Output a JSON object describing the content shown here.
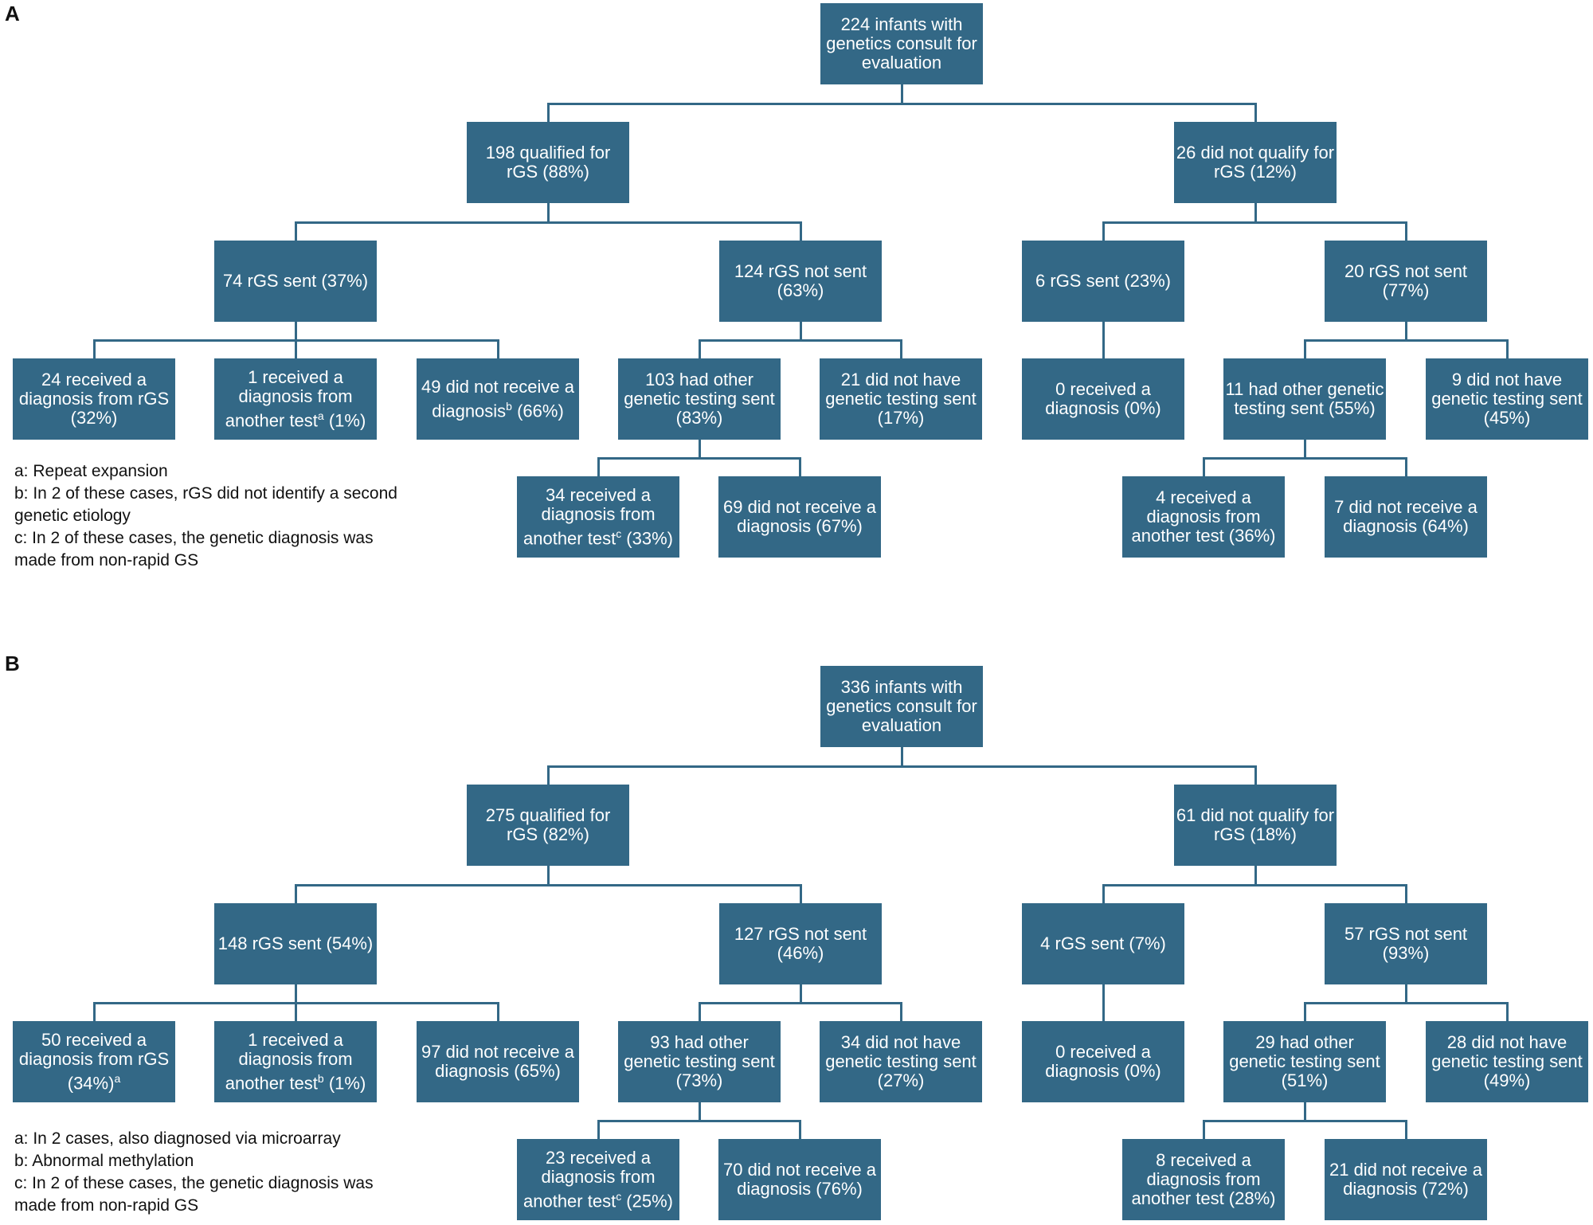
{
  "panels": [
    {
      "label": "A",
      "nodes": {
        "root": "224 infants with genetics consult for evaluation",
        "qual": "198 qualified for rGS (88%)",
        "notqual": "26 did not qualify for rGS (12%)",
        "q_sent": "74 rGS sent (37%)",
        "q_notsent": "124 rGS not sent (63%)",
        "nq_sent": "6 rGS sent (23%)",
        "nq_notsent": "20 rGS not sent (77%)",
        "q_sent_dx": "24 received a diagnosis from rGS (32%)",
        "q_sent_other": "1 received a diagnosis from another test",
        "q_sent_other_sup": "a",
        "q_sent_other_tail": " (1%)",
        "q_sent_nodx": "49 did not receive a diagnosis",
        "q_sent_nodx_sup": "b",
        "q_sent_nodx_tail": " (66%)",
        "q_ns_other": "103 had other genetic testing sent (83%)",
        "q_ns_none": "21 did not have genetic testing sent (17%)",
        "q_ns_other_dx": "34 received a diagnosis from another test",
        "q_ns_other_dx_sup": "c",
        "q_ns_other_dx_tail": " (33%)",
        "q_ns_other_nodx": "69 did not receive a diagnosis (67%)",
        "nq_sent_dx": "0 received a diagnosis (0%)",
        "nq_ns_other": "11 had other genetic testing sent (55%)",
        "nq_ns_none": "9 did not have genetic testing sent (45%)",
        "nq_ns_other_dx": "4 received a diagnosis from another test (36%)",
        "nq_ns_other_nodx": "7 did not receive a diagnosis (64%)"
      },
      "notes": [
        "a: Repeat expansion",
        "b: In 2 of these cases, rGS did not identify a second",
        "genetic etiology",
        "c: In 2 of these cases, the genetic diagnosis was",
        "made from non-rapid GS"
      ]
    },
    {
      "label": "B",
      "nodes": {
        "root": "336 infants with genetics consult for evaluation",
        "qual": "275 qualified for rGS (82%)",
        "notqual": "61 did not qualify for rGS (18%)",
        "q_sent": "148 rGS sent (54%)",
        "q_notsent": "127 rGS not sent (46%)",
        "nq_sent": "4 rGS sent (7%)",
        "nq_notsent": "57 rGS not sent (93%)",
        "q_sent_dx": "50 received a diagnosis from rGS (34%)",
        "q_sent_dx_sup": "a",
        "q_sent_other": "1 received a diagnosis from another test",
        "q_sent_other_sup": "b",
        "q_sent_other_tail": " (1%)",
        "q_sent_nodx": "97 did not receive a diagnosis (65%)",
        "q_ns_other": "93 had other genetic testing sent (73%)",
        "q_ns_none": "34 did not have genetic testing sent (27%)",
        "q_ns_other_dx": "23 received a diagnosis from another test",
        "q_ns_other_dx_sup": "c",
        "q_ns_other_dx_tail": " (25%)",
        "q_ns_other_nodx": "70 did not receive a diagnosis (76%)",
        "nq_sent_dx": "0 received a diagnosis (0%)",
        "nq_ns_other": "29 had other genetic testing sent (51%)",
        "nq_ns_none": "28 did not have genetic testing sent (49%)",
        "nq_ns_other_dx": "8 received a diagnosis from another test (28%)",
        "nq_ns_other_nodx": "21 did not receive a diagnosis (72%)"
      },
      "notes": [
        "a: In 2 cases, also diagnosed via microarray",
        "b: Abnormal methylation",
        "c: In 2 of these cases, the genetic diagnosis was",
        "made from non-rapid GS"
      ]
    }
  ]
}
